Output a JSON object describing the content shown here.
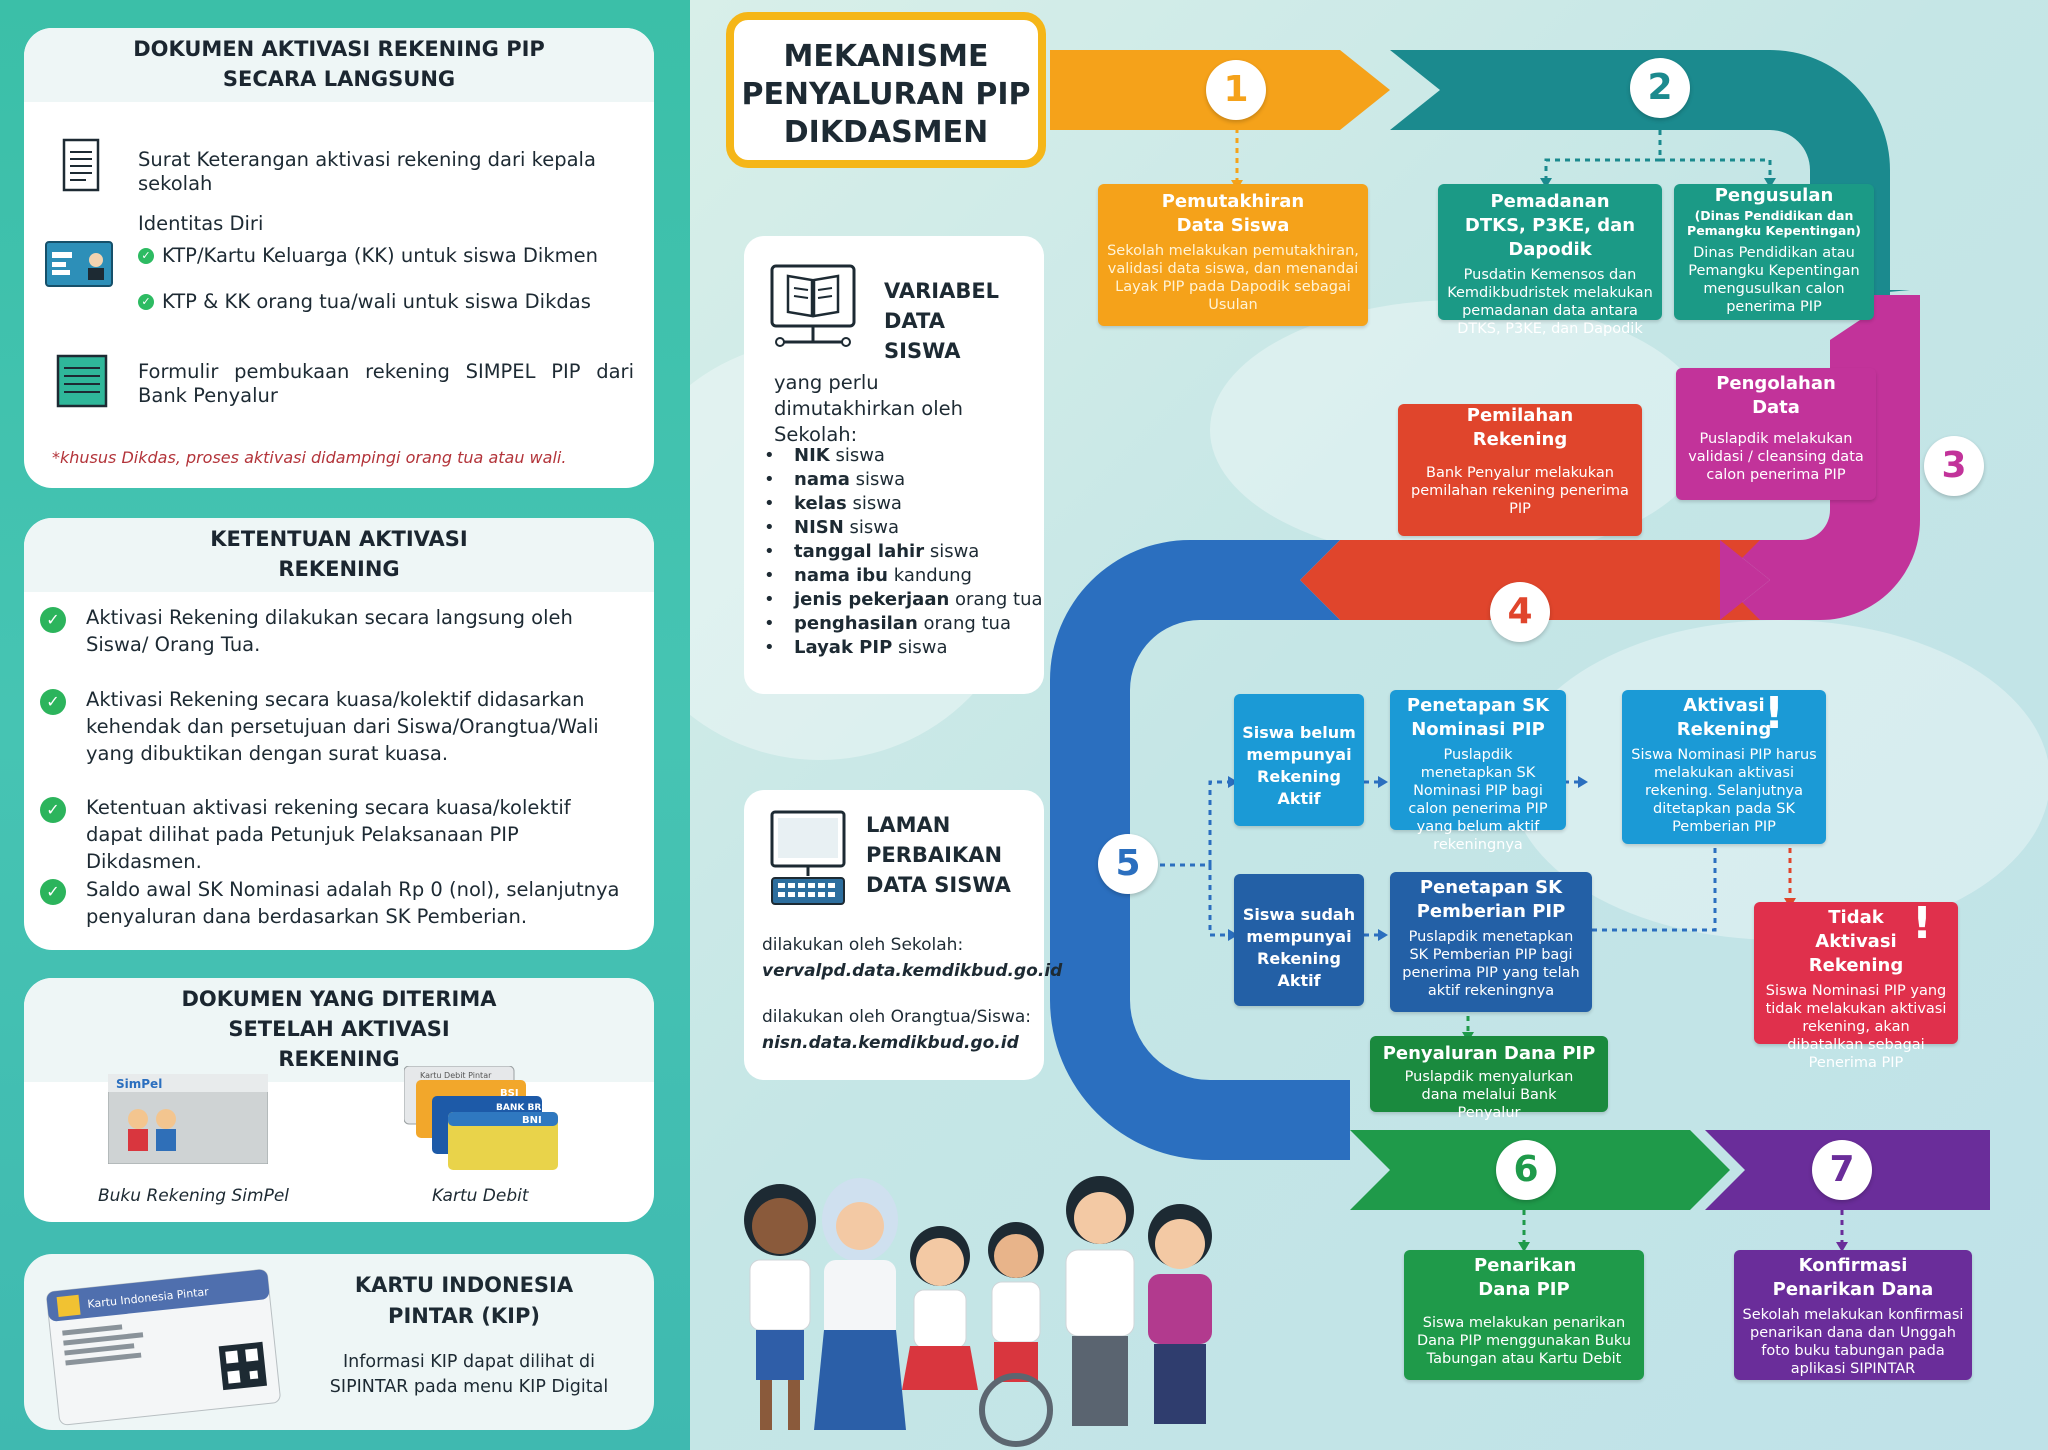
{
  "left": {
    "docs": {
      "title": "DOKUMEN AKTIVASI REKENING PIP SECARA LANGSUNG",
      "item1": "Surat Keterangan aktivasi rekening dari kepala sekolah",
      "item2_title": "Identitas Diri",
      "item2_sub1": "KTP/Kartu Keluarga (KK) untuk siswa Dikmen",
      "item2_sub2": "KTP & KK orang tua/wali untuk siswa Dikdas",
      "item3": "Formulir pembukaan rekening SIMPEL PIP dari Bank Penyalur",
      "note": "*khusus Dikdas, proses aktivasi didampingi orang tua atau wali."
    },
    "rules": {
      "title": "KETENTUAN AKTIVASI REKENING",
      "items": [
        "Aktivasi Rekening dilakukan secara langsung oleh Siswa/ Orang Tua.",
        "Aktivasi Rekening secara kuasa/kolektif didasarkan kehendak dan persetujuan dari Siswa/Orangtua/Wali yang dibuktikan dengan surat kuasa.",
        "Ketentuan aktivasi rekening secara kuasa/kolektif dapat dilihat pada Petunjuk Pelaksanaan PIP Dikdasmen.",
        "Saldo awal SK Nominasi adalah Rp 0 (nol), selanjutnya penyaluran dana berdasarkan SK Pemberian."
      ]
    },
    "received": {
      "title": "DOKUMEN YANG DITERIMA SETELAH AKTIVASI REKENING",
      "item1": "Buku Rekening SimPel",
      "item2": "Kartu Debit",
      "simpel_logo": "SimPel",
      "bank1": "BSI",
      "bank2": "BANK BRI",
      "bank3": "BNI",
      "card_header": "Kartu Debit Pintar"
    },
    "kip": {
      "title": "KARTU INDONESIA PINTAR (KIP)",
      "desc": "Informasi KIP dapat dilihat di SIPINTAR pada menu KIP Digital",
      "card_label": "Kartu Indonesia Pintar"
    }
  },
  "right": {
    "title": "MEKANISME PENYALURAN PIP DIKDASMEN",
    "variabel": {
      "title": "VARIABEL DATA SISWA",
      "intro": "yang perlu dimutakhirkan oleh Sekolah:",
      "items": [
        {
          "b": "NIK",
          "r": " siswa"
        },
        {
          "b": "nama",
          "r": " siswa"
        },
        {
          "b": "kelas",
          "r": " siswa"
        },
        {
          "b": "NISN",
          "r": " siswa"
        },
        {
          "b": "tanggal lahir",
          "r": " siswa"
        },
        {
          "b": "nama ibu",
          "r": " kandung"
        },
        {
          "b": "jenis pekerjaan",
          "r": " orang tua"
        },
        {
          "b": "penghasilan",
          "r": " orang tua"
        },
        {
          "b": "Layak PIP",
          "r": " siswa"
        }
      ]
    },
    "laman": {
      "title": "LAMAN PERBAIKAN DATA SISWA",
      "by_school": "dilakukan oleh Sekolah:",
      "school_url": "vervalpd.data.kemdikbud.go.id",
      "by_parent": "dilakukan oleh Orangtua/Siswa:",
      "parent_url": "nisn.data.kemdikbud.go.id"
    },
    "steps": {
      "n1": "1",
      "n2": "2",
      "n3": "3",
      "n4": "4",
      "n5": "5",
      "n6": "6",
      "n7": "7",
      "pemutakhiran": {
        "title": "Pemutakhiran Data Siswa",
        "desc": "Sekolah melakukan pemutakhiran, validasi data siswa, dan menandai Layak PIP pada Dapodik sebagai Usulan"
      },
      "pemadanan": {
        "title": "Pemadanan DTKS, P3KE, dan Dapodik",
        "desc": "Pusdatin Kemensos dan Kemdikbudristek melakukan pemadanan data antara DTKS, P3KE, dan Dapodik"
      },
      "pengusulan": {
        "title": "Pengusulan",
        "sub": "(Dinas Pendidikan dan Pemangku Kepentingan)",
        "desc": "Dinas Pendidikan atau Pemangku Kepentingan mengusulkan calon penerima PIP"
      },
      "pengolahan": {
        "title": "Pengolahan Data",
        "desc": "Puslapdik melakukan validasi / cleansing data calon penerima PIP"
      },
      "pemilahan": {
        "title": "Pemilahan Rekening",
        "desc": "Bank Penyalur melakukan pemilahan rekening penerima PIP"
      },
      "belum": {
        "title": "Siswa belum mempunyai Rekening Aktif"
      },
      "sudah": {
        "title": "Siswa sudah mempunyai Rekening Aktif"
      },
      "nominasi": {
        "title": "Penetapan SK Nominasi PIP",
        "desc": "Puslapdik menetapkan SK Nominasi PIP bagi calon penerima PIP yang belum aktif rekeningnya"
      },
      "aktivasi": {
        "title": "Aktivasi Rekening",
        "desc": "Siswa Nominasi PIP harus melakukan aktivasi rekening. Selanjutnya ditetapkan pada SK Pemberian PIP"
      },
      "pemberian": {
        "title": "Penetapan SK Pemberian PIP",
        "desc": "Puslapdik menetapkan SK Pemberian PIP bagi penerima PIP yang telah aktif rekeningnya"
      },
      "tidak": {
        "title": "Tidak Aktivasi Rekening",
        "desc": "Siswa Nominasi PIP yang tidak melakukan aktivasi rekening, akan dibatalkan sebagai Penerima PIP"
      },
      "penyaluran": {
        "title": "Penyaluran Dana PIP",
        "desc": "Puslapdik menyalurkan dana melalui Bank Penyalur"
      },
      "penarikan": {
        "title": "Penarikan Dana PIP",
        "desc": "Siswa melakukan penarikan Dana PIP menggunakan Buku Tabungan atau Kartu Debit"
      },
      "konfirmasi": {
        "title": "Konfirmasi Penarikan Dana",
        "desc": "Sekolah melakukan konfirmasi penarikan dana dan Unggah foto buku tabungan pada aplikasi SIPINTAR"
      }
    }
  },
  "colors": {
    "teal": "#3bbfa8",
    "orange": "#f5a21a",
    "darkteal": "#1b8a8e",
    "magenta": "#c2339a",
    "red": "#e0452c",
    "blue": "#2b6fbf",
    "green": "#1f9a4a",
    "purple": "#6a2d9a"
  }
}
